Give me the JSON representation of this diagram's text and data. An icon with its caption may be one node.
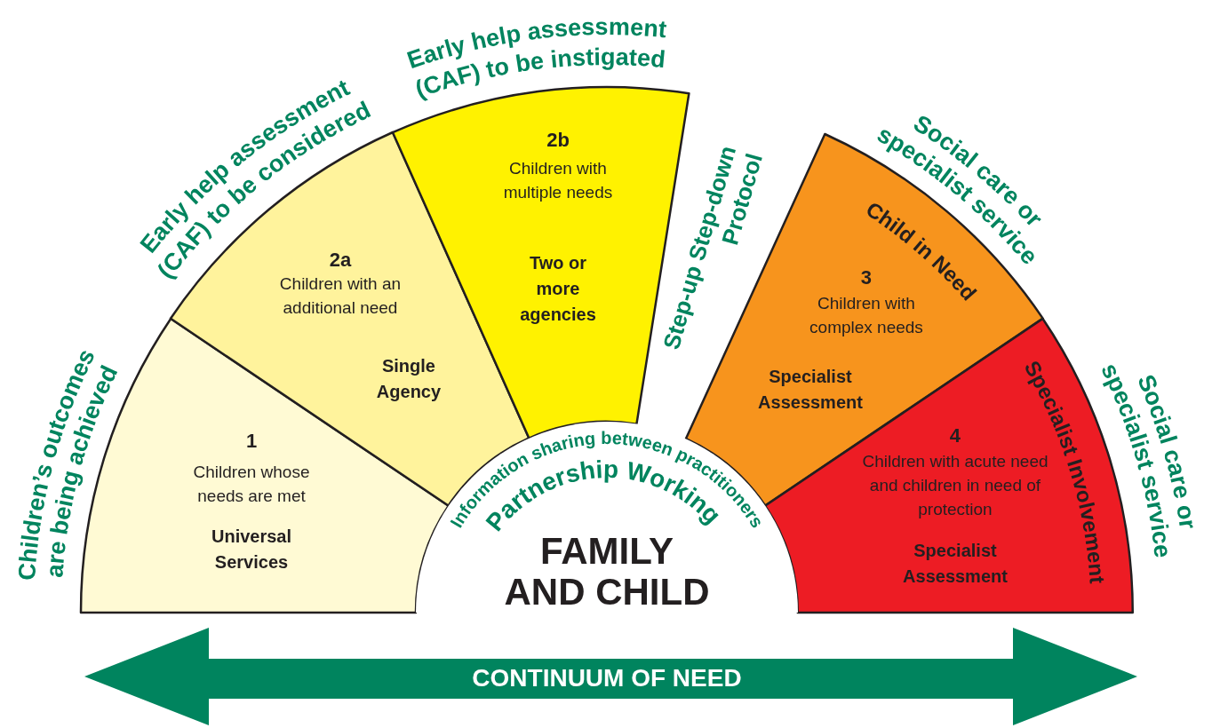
{
  "diagram": {
    "nodes": [
      {
        "text": [
          "1",
          "Children whose needs are met",
          "Universal Services"
        ]
      },
      {
        "text": [
          "2a",
          "Children with an additional need",
          "Single Agency"
        ]
      },
      {
        "text": [
          "2b",
          "Children with multiple needs",
          "Two or more agencies"
        ]
      },
      {
        "text": [
          "Child in Need",
          "3",
          "Children with complex needs",
          "Specialist Assessment"
        ]
      },
      {
        "text": [
          "Specialist Involvement",
          "4",
          "Children with acute need and children in need of protection",
          "Specialist Assessment"
        ]
      },
      {
        "text": [
          "Information sharing between practitioners",
          "Partnership Working",
          "FAMILY AND CHILD"
        ]
      },
      {
        "text": [
          "CONTINUUM OF NEED"
        ]
      }
    ],
    "labels": [
      "Children’s outcomes are being achieved",
      "Early help assessment (CAF) to be considered",
      "Early help assessment (CAF) to be instigated",
      "Step-up Step-down Protocol",
      "Social care or specialist service",
      "Social care or specialist service"
    ]
  }
}
